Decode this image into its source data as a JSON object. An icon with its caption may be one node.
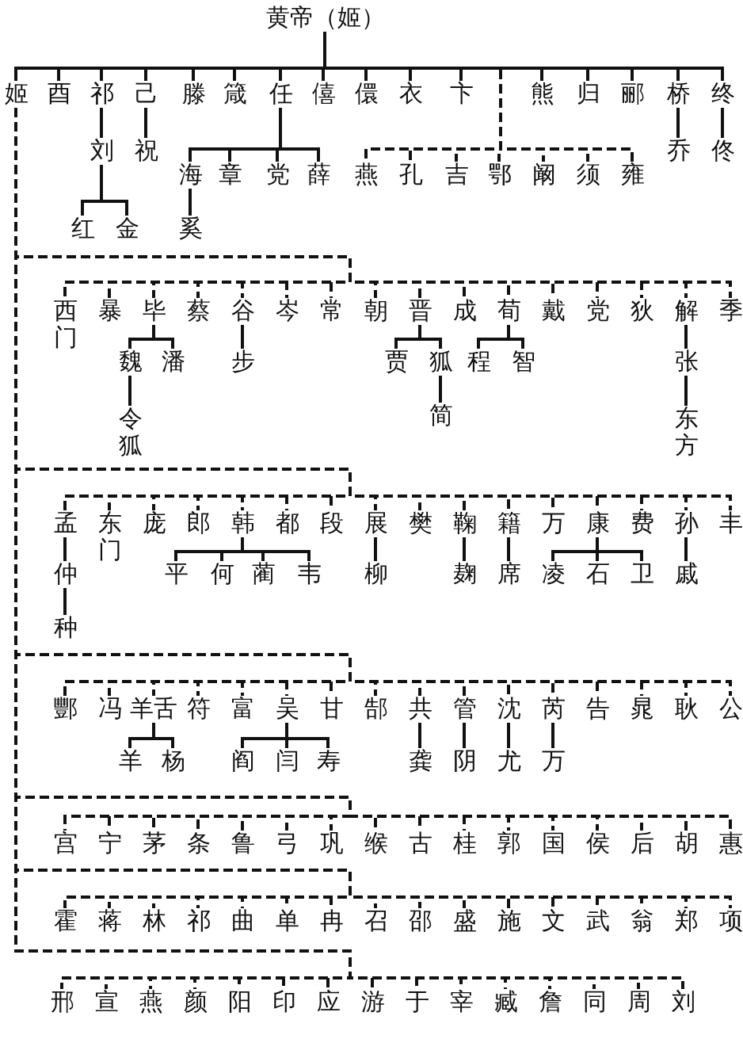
{
  "diagram": {
    "nodes": [
      {
        "text": [
          "黄帝（姬）"
        ]
      },
      {
        "text": [
          "姬"
        ]
      },
      {
        "text": [
          "酉"
        ]
      },
      {
        "text": [
          "祁"
        ]
      },
      {
        "text": [
          "己"
        ]
      },
      {
        "text": [
          "滕"
        ]
      },
      {
        "text": [
          "箴"
        ]
      },
      {
        "text": [
          "任"
        ]
      },
      {
        "text": [
          "僖"
        ]
      },
      {
        "text": [
          "儇"
        ]
      },
      {
        "text": [
          "衣"
        ]
      },
      {
        "text": [
          "卞"
        ]
      },
      {
        "text": [
          "熊"
        ]
      },
      {
        "text": [
          "归"
        ]
      },
      {
        "text": [
          "郦"
        ]
      },
      {
        "text": [
          "桥"
        ]
      },
      {
        "text": [
          "终"
        ]
      },
      {
        "text": [
          "刘"
        ]
      },
      {
        "text": [
          "祝"
        ]
      },
      {
        "text": [
          "海"
        ]
      },
      {
        "text": [
          "章"
        ]
      },
      {
        "text": [
          "党"
        ]
      },
      {
        "text": [
          "薛"
        ]
      },
      {
        "text": [
          "燕"
        ]
      },
      {
        "text": [
          "孔"
        ]
      },
      {
        "text": [
          "吉"
        ]
      },
      {
        "text": [
          "鄂"
        ]
      },
      {
        "text": [
          "阚"
        ]
      },
      {
        "text": [
          "须"
        ]
      },
      {
        "text": [
          "雍"
        ]
      },
      {
        "text": [
          "乔"
        ]
      },
      {
        "text": [
          "佟"
        ]
      },
      {
        "text": [
          "红"
        ]
      },
      {
        "text": [
          "金"
        ]
      },
      {
        "text": [
          "奚"
        ]
      },
      {
        "text": [
          "西门"
        ]
      },
      {
        "text": [
          "暴"
        ]
      },
      {
        "text": [
          "毕"
        ]
      },
      {
        "text": [
          "蔡"
        ]
      },
      {
        "text": [
          "谷"
        ]
      },
      {
        "text": [
          "岑"
        ]
      },
      {
        "text": [
          "常"
        ]
      },
      {
        "text": [
          "朝"
        ]
      },
      {
        "text": [
          "晋"
        ]
      },
      {
        "text": [
          "成"
        ]
      },
      {
        "text": [
          "荀"
        ]
      },
      {
        "text": [
          "戴"
        ]
      },
      {
        "text": [
          "党"
        ]
      },
      {
        "text": [
          "狄"
        ]
      },
      {
        "text": [
          "解"
        ]
      },
      {
        "text": [
          "季"
        ]
      },
      {
        "text": [
          "魏"
        ]
      },
      {
        "text": [
          "潘"
        ]
      },
      {
        "text": [
          "步"
        ]
      },
      {
        "text": [
          "贾"
        ]
      },
      {
        "text": [
          "狐"
        ]
      },
      {
        "text": [
          "程"
        ]
      },
      {
        "text": [
          "智"
        ]
      },
      {
        "text": [
          "张"
        ]
      },
      {
        "text": [
          "令狐"
        ]
      },
      {
        "text": [
          "简"
        ]
      },
      {
        "text": [
          "东方"
        ]
      },
      {
        "text": [
          "孟"
        ]
      },
      {
        "text": [
          "东门"
        ]
      },
      {
        "text": [
          "庞"
        ]
      },
      {
        "text": [
          "郎"
        ]
      },
      {
        "text": [
          "韩"
        ]
      },
      {
        "text": [
          "都"
        ]
      },
      {
        "text": [
          "段"
        ]
      },
      {
        "text": [
          "展"
        ]
      },
      {
        "text": [
          "樊"
        ]
      },
      {
        "text": [
          "鞠"
        ]
      },
      {
        "text": [
          "籍"
        ]
      },
      {
        "text": [
          "万"
        ]
      },
      {
        "text": [
          "康"
        ]
      },
      {
        "text": [
          "费"
        ]
      },
      {
        "text": [
          "孙"
        ]
      },
      {
        "text": [
          "丰"
        ]
      },
      {
        "text": [
          "仲"
        ]
      },
      {
        "text": [
          "平"
        ]
      },
      {
        "text": [
          "何"
        ]
      },
      {
        "text": [
          "蔺"
        ]
      },
      {
        "text": [
          "韦"
        ]
      },
      {
        "text": [
          "柳"
        ]
      },
      {
        "text": [
          "麹"
        ]
      },
      {
        "text": [
          "席"
        ]
      },
      {
        "text": [
          "凌"
        ]
      },
      {
        "text": [
          "石"
        ]
      },
      {
        "text": [
          "卫"
        ]
      },
      {
        "text": [
          "戚"
        ]
      },
      {
        "text": [
          "种"
        ]
      },
      {
        "text": [
          "酆"
        ]
      },
      {
        "text": [
          "冯"
        ]
      },
      {
        "text": [
          "羊舌"
        ]
      },
      {
        "text": [
          "符"
        ]
      },
      {
        "text": [
          "富"
        ]
      },
      {
        "text": [
          "吴"
        ]
      },
      {
        "text": [
          "甘"
        ]
      },
      {
        "text": [
          "郜"
        ]
      },
      {
        "text": [
          "共"
        ]
      },
      {
        "text": [
          "管"
        ]
      },
      {
        "text": [
          "沈"
        ]
      },
      {
        "text": [
          "芮"
        ]
      },
      {
        "text": [
          "告"
        ]
      },
      {
        "text": [
          "晁"
        ]
      },
      {
        "text": [
          "耿"
        ]
      },
      {
        "text": [
          "公"
        ]
      },
      {
        "text": [
          "羊"
        ]
      },
      {
        "text": [
          "杨"
        ]
      },
      {
        "text": [
          "阎"
        ]
      },
      {
        "text": [
          "闫"
        ]
      },
      {
        "text": [
          "寿"
        ]
      },
      {
        "text": [
          "龚"
        ]
      },
      {
        "text": [
          "阴"
        ]
      },
      {
        "text": [
          "尤"
        ]
      },
      {
        "text": [
          "万"
        ]
      },
      {
        "text": [
          "宫"
        ]
      },
      {
        "text": [
          "宁"
        ]
      },
      {
        "text": [
          "茅"
        ]
      },
      {
        "text": [
          "条"
        ]
      },
      {
        "text": [
          "鲁"
        ]
      },
      {
        "text": [
          "弓"
        ]
      },
      {
        "text": [
          "巩"
        ]
      },
      {
        "text": [
          "缑"
        ]
      },
      {
        "text": [
          "古"
        ]
      },
      {
        "text": [
          "桂"
        ]
      },
      {
        "text": [
          "郭"
        ]
      },
      {
        "text": [
          "国"
        ]
      },
      {
        "text": [
          "侯"
        ]
      },
      {
        "text": [
          "后"
        ]
      },
      {
        "text": [
          "胡"
        ]
      },
      {
        "text": [
          "惠"
        ]
      },
      {
        "text": [
          "霍"
        ]
      },
      {
        "text": [
          "蒋"
        ]
      },
      {
        "text": [
          "林"
        ]
      },
      {
        "text": [
          "祁"
        ]
      },
      {
        "text": [
          "曲"
        ]
      },
      {
        "text": [
          "单"
        ]
      },
      {
        "text": [
          "冉"
        ]
      },
      {
        "text": [
          "召"
        ]
      },
      {
        "text": [
          "邵"
        ]
      },
      {
        "text": [
          "盛"
        ]
      },
      {
        "text": [
          "施"
        ]
      },
      {
        "text": [
          "文"
        ]
      },
      {
        "text": [
          "武"
        ]
      },
      {
        "text": [
          "翁"
        ]
      },
      {
        "text": [
          "郑"
        ]
      },
      {
        "text": [
          "项"
        ]
      },
      {
        "text": [
          "邢"
        ]
      },
      {
        "text": [
          "宣"
        ]
      },
      {
        "text": [
          "燕"
        ]
      },
      {
        "text": [
          "颜"
        ]
      },
      {
        "text": [
          "阳"
        ]
      },
      {
        "text": [
          "印"
        ]
      },
      {
        "text": [
          "应"
        ]
      },
      {
        "text": [
          "游"
        ]
      },
      {
        "text": [
          "于"
        ]
      },
      {
        "text": [
          "宰"
        ]
      },
      {
        "text": [
          "臧"
        ]
      },
      {
        "text": [
          "詹"
        ]
      },
      {
        "text": [
          "同"
        ]
      },
      {
        "text": [
          "周"
        ]
      },
      {
        "text": [
          "刘"
        ]
      }
    ],
    "edges": [
      {
        "from": 0,
        "to": 1,
        "arrow": "none"
      },
      {
        "from": 0,
        "to": 2,
        "arrow": "none"
      },
      {
        "from": 0,
        "to": 3,
        "arrow": "none"
      },
      {
        "from": 0,
        "to": 4,
        "arrow": "none"
      },
      {
        "from": 0,
        "to": 5,
        "arrow": "none"
      },
      {
        "from": 0,
        "to": 6,
        "arrow": "none"
      },
      {
        "from": 0,
        "to": 7,
        "arrow": "none"
      },
      {
        "from": 0,
        "to": 8,
        "arrow": "none"
      },
      {
        "from": 0,
        "to": 9,
        "arrow": "none"
      },
      {
        "from": 0,
        "to": 10,
        "arrow": "none"
      },
      {
        "from": 0,
        "to": 11,
        "arrow": "none"
      },
      {
        "from": 0,
        "to": 12,
        "arrow": "none"
      },
      {
        "from": 0,
        "to": 13,
        "arrow": "none"
      },
      {
        "from": 0,
        "to": 14,
        "arrow": "none"
      },
      {
        "from": 0,
        "to": 15,
        "arrow": "none"
      },
      {
        "from": 0,
        "to": 16,
        "arrow": "none"
      },
      {
        "from": 0,
        "to": 23,
        "arrow": "none",
        "style": "dashed"
      },
      {
        "from": 0,
        "to": 24,
        "arrow": "none",
        "style": "dashed"
      },
      {
        "from": 0,
        "to": 25,
        "arrow": "none",
        "style": "dashed"
      },
      {
        "from": 0,
        "to": 26,
        "arrow": "none",
        "style": "dashed"
      },
      {
        "from": 0,
        "to": 27,
        "arrow": "none",
        "style": "dashed"
      },
      {
        "from": 0,
        "to": 28,
        "arrow": "none",
        "style": "dashed"
      },
      {
        "from": 0,
        "to": 29,
        "arrow": "none",
        "style": "dashed"
      },
      {
        "from": 3,
        "to": 17,
        "arrow": "none"
      },
      {
        "from": 4,
        "to": 18,
        "arrow": "none"
      },
      {
        "from": 7,
        "to": 19,
        "arrow": "none"
      },
      {
        "from": 7,
        "to": 20,
        "arrow": "none"
      },
      {
        "from": 7,
        "to": 21,
        "arrow": "none"
      },
      {
        "from": 7,
        "to": 22,
        "arrow": "none"
      },
      {
        "from": 15,
        "to": 30,
        "arrow": "none"
      },
      {
        "from": 16,
        "to": 31,
        "arrow": "none"
      },
      {
        "from": 17,
        "to": 32,
        "arrow": "none"
      },
      {
        "from": 17,
        "to": 33,
        "arrow": "none"
      },
      {
        "from": 19,
        "to": 34,
        "arrow": "none"
      },
      {
        "from": 1,
        "to": 35,
        "arrow": "none",
        "style": "dashed"
      },
      {
        "from": 1,
        "to": 36,
        "arrow": "none",
        "style": "dashed"
      },
      {
        "from": 1,
        "to": 37,
        "arrow": "none",
        "style": "dashed"
      },
      {
        "from": 1,
        "to": 38,
        "arrow": "none",
        "style": "dashed"
      },
      {
        "from": 1,
        "to": 39,
        "arrow": "none",
        "style": "dashed"
      },
      {
        "from": 1,
        "to": 40,
        "arrow": "none",
        "style": "dashed"
      },
      {
        "from": 1,
        "to": 41,
        "arrow": "none",
        "style": "dashed"
      },
      {
        "from": 1,
        "to": 42,
        "arrow": "none",
        "style": "dashed"
      },
      {
        "from": 1,
        "to": 43,
        "arrow": "none",
        "style": "dashed"
      },
      {
        "from": 1,
        "to": 44,
        "arrow": "none",
        "style": "dashed"
      },
      {
        "from": 1,
        "to": 45,
        "arrow": "none",
        "style": "dashed"
      },
      {
        "from": 1,
        "to": 46,
        "arrow": "none",
        "style": "dashed"
      },
      {
        "from": 1,
        "to": 47,
        "arrow": "none",
        "style": "dashed"
      },
      {
        "from": 1,
        "to": 48,
        "arrow": "none",
        "style": "dashed"
      },
      {
        "from": 1,
        "to": 49,
        "arrow": "none",
        "style": "dashed"
      },
      {
        "from": 1,
        "to": 50,
        "arrow": "none",
        "style": "dashed"
      },
      {
        "from": 37,
        "to": 51,
        "arrow": "none"
      },
      {
        "from": 37,
        "to": 52,
        "arrow": "none"
      },
      {
        "from": 39,
        "to": 53,
        "arrow": "none"
      },
      {
        "from": 43,
        "to": 54,
        "arrow": "none"
      },
      {
        "from": 43,
        "to": 55,
        "arrow": "none"
      },
      {
        "from": 45,
        "to": 56,
        "arrow": "none"
      },
      {
        "from": 45,
        "to": 57,
        "arrow": "none"
      },
      {
        "from": 49,
        "to": 58,
        "arrow": "none"
      },
      {
        "from": 51,
        "to": 59,
        "arrow": "none"
      },
      {
        "from": 55,
        "to": 60,
        "arrow": "none"
      },
      {
        "from": 58,
        "to": 61,
        "arrow": "none"
      },
      {
        "from": 1,
        "to": 62,
        "arrow": "none",
        "style": "dashed"
      },
      {
        "from": 1,
        "to": 63,
        "arrow": "none",
        "style": "dashed"
      },
      {
        "from": 1,
        "to": 64,
        "arrow": "none",
        "style": "dashed"
      },
      {
        "from": 1,
        "to": 65,
        "arrow": "none",
        "style": "dashed"
      },
      {
        "from": 1,
        "to": 66,
        "arrow": "none",
        "style": "dashed"
      },
      {
        "from": 1,
        "to": 67,
        "arrow": "none",
        "style": "dashed"
      },
      {
        "from": 1,
        "to": 68,
        "arrow": "none",
        "style": "dashed"
      },
      {
        "from": 1,
        "to": 69,
        "arrow": "none",
        "style": "dashed"
      },
      {
        "from": 1,
        "to": 70,
        "arrow": "none",
        "style": "dashed"
      },
      {
        "from": 1,
        "to": 71,
        "arrow": "none",
        "style": "dashed"
      },
      {
        "from": 1,
        "to": 72,
        "arrow": "none",
        "style": "dashed"
      },
      {
        "from": 1,
        "to": 73,
        "arrow": "none",
        "style": "dashed"
      },
      {
        "from": 1,
        "to": 74,
        "arrow": "none",
        "style": "dashed"
      },
      {
        "from": 1,
        "to": 75,
        "arrow": "none",
        "style": "dashed"
      },
      {
        "from": 1,
        "to": 76,
        "arrow": "none",
        "style": "dashed"
      },
      {
        "from": 1,
        "to": 77,
        "arrow": "none",
        "style": "dashed"
      },
      {
        "from": 62,
        "to": 78,
        "arrow": "none"
      },
      {
        "from": 66,
        "to": 79,
        "arrow": "none"
      },
      {
        "from": 66,
        "to": 80,
        "arrow": "none"
      },
      {
        "from": 66,
        "to": 81,
        "arrow": "none"
      },
      {
        "from": 66,
        "to": 82,
        "arrow": "none"
      },
      {
        "from": 69,
        "to": 83,
        "arrow": "none"
      },
      {
        "from": 71,
        "to": 84,
        "arrow": "none"
      },
      {
        "from": 72,
        "to": 85,
        "arrow": "none"
      },
      {
        "from": 74,
        "to": 86,
        "arrow": "none"
      },
      {
        "from": 74,
        "to": 87,
        "arrow": "none"
      },
      {
        "from": 74,
        "to": 88,
        "arrow": "none"
      },
      {
        "from": 76,
        "to": 89,
        "arrow": "none"
      },
      {
        "from": 78,
        "to": 90,
        "arrow": "none"
      },
      {
        "from": 1,
        "to": 91,
        "arrow": "none",
        "style": "dashed"
      },
      {
        "from": 1,
        "to": 92,
        "arrow": "none",
        "style": "dashed"
      },
      {
        "from": 1,
        "to": 93,
        "arrow": "none",
        "style": "dashed"
      },
      {
        "from": 1,
        "to": 94,
        "arrow": "none",
        "style": "dashed"
      },
      {
        "from": 1,
        "to": 95,
        "arrow": "none",
        "style": "dashed"
      },
      {
        "from": 1,
        "to": 96,
        "arrow": "none",
        "style": "dashed"
      },
      {
        "from": 1,
        "to": 97,
        "arrow": "none",
        "style": "dashed"
      },
      {
        "from": 1,
        "to": 98,
        "arrow": "none",
        "style": "dashed"
      },
      {
        "from": 1,
        "to": 99,
        "arrow": "none",
        "style": "dashed"
      },
      {
        "from": 1,
        "to": 100,
        "arrow": "none",
        "style": "dashed"
      },
      {
        "from": 1,
        "to": 101,
        "arrow": "none",
        "style": "dashed"
      },
      {
        "from": 1,
        "to": 102,
        "arrow": "none",
        "style": "dashed"
      },
      {
        "from": 1,
        "to": 103,
        "arrow": "none",
        "style": "dashed"
      },
      {
        "from": 1,
        "to": 104,
        "arrow": "none",
        "style": "dashed"
      },
      {
        "from": 1,
        "to": 105,
        "arrow": "none",
        "style": "dashed"
      },
      {
        "from": 1,
        "to": 106,
        "arrow": "none",
        "style": "dashed"
      },
      {
        "from": 93,
        "to": 107,
        "arrow": "none"
      },
      {
        "from": 93,
        "to": 108,
        "arrow": "none"
      },
      {
        "from": 96,
        "to": 109,
        "arrow": "none"
      },
      {
        "from": 96,
        "to": 110,
        "arrow": "none"
      },
      {
        "from": 96,
        "to": 111,
        "arrow": "none"
      },
      {
        "from": 99,
        "to": 112,
        "arrow": "none"
      },
      {
        "from": 100,
        "to": 113,
        "arrow": "none"
      },
      {
        "from": 101,
        "to": 114,
        "arrow": "none"
      },
      {
        "from": 102,
        "to": 115,
        "arrow": "none"
      },
      {
        "from": 1,
        "to": 116,
        "arrow": "none",
        "style": "dashed"
      },
      {
        "from": 1,
        "to": 117,
        "arrow": "none",
        "style": "dashed"
      },
      {
        "from": 1,
        "to": 118,
        "arrow": "none",
        "style": "dashed"
      },
      {
        "from": 1,
        "to": 119,
        "arrow": "none",
        "style": "dashed"
      },
      {
        "from": 1,
        "to": 120,
        "arrow": "none",
        "style": "dashed"
      },
      {
        "from": 1,
        "to": 121,
        "arrow": "none",
        "style": "dashed"
      },
      {
        "from": 1,
        "to": 122,
        "arrow": "none",
        "style": "dashed"
      },
      {
        "from": 1,
        "to": 123,
        "arrow": "none",
        "style": "dashed"
      },
      {
        "from": 1,
        "to": 124,
        "arrow": "none",
        "style": "dashed"
      },
      {
        "from": 1,
        "to": 125,
        "arrow": "none",
        "style": "dashed"
      },
      {
        "from": 1,
        "to": 126,
        "arrow": "none",
        "style": "dashed"
      },
      {
        "from": 1,
        "to": 127,
        "arrow": "none",
        "style": "dashed"
      },
      {
        "from": 1,
        "to": 128,
        "arrow": "none",
        "style": "dashed"
      },
      {
        "from": 1,
        "to": 129,
        "arrow": "none",
        "style": "dashed"
      },
      {
        "from": 1,
        "to": 130,
        "arrow": "none",
        "style": "dashed"
      },
      {
        "from": 1,
        "to": 131,
        "arrow": "none",
        "style": "dashed"
      },
      {
        "from": 1,
        "to": 132,
        "arrow": "none",
        "style": "dashed"
      },
      {
        "from": 1,
        "to": 133,
        "arrow": "none",
        "style": "dashed"
      },
      {
        "from": 1,
        "to": 134,
        "arrow": "none",
        "style": "dashed"
      },
      {
        "from": 1,
        "to": 135,
        "arrow": "none",
        "style": "dashed"
      },
      {
        "from": 1,
        "to": 136,
        "arrow": "none",
        "style": "dashed"
      },
      {
        "from": 1,
        "to": 137,
        "arrow": "none",
        "style": "dashed"
      },
      {
        "from": 1,
        "to": 138,
        "arrow": "none",
        "style": "dashed"
      },
      {
        "from": 1,
        "to": 139,
        "arrow": "none",
        "style": "dashed"
      },
      {
        "from": 1,
        "to": 140,
        "arrow": "none",
        "style": "dashed"
      },
      {
        "from": 1,
        "to": 141,
        "arrow": "none",
        "style": "dashed"
      },
      {
        "from": 1,
        "to": 142,
        "arrow": "none",
        "style": "dashed"
      },
      {
        "from": 1,
        "to": 143,
        "arrow": "none",
        "style": "dashed"
      },
      {
        "from": 1,
        "to": 144,
        "arrow": "none",
        "style": "dashed"
      },
      {
        "from": 1,
        "to": 145,
        "arrow": "none",
        "style": "dashed"
      },
      {
        "from": 1,
        "to": 146,
        "arrow": "none",
        "style": "dashed"
      },
      {
        "from": 1,
        "to": 147,
        "arrow": "none",
        "style": "dashed"
      },
      {
        "from": 1,
        "to": 148,
        "arrow": "none",
        "style": "dashed"
      },
      {
        "from": 1,
        "to": 149,
        "arrow": "none",
        "style": "dashed"
      },
      {
        "from": 1,
        "to": 150,
        "arrow": "none",
        "style": "dashed"
      },
      {
        "from": 1,
        "to": 151,
        "arrow": "none",
        "style": "dashed"
      },
      {
        "from": 1,
        "to": 152,
        "arrow": "none",
        "style": "dashed"
      },
      {
        "from": 1,
        "to": 153,
        "arrow": "none",
        "style": "dashed"
      },
      {
        "from": 1,
        "to": 154,
        "arrow": "none",
        "style": "dashed"
      },
      {
        "from": 1,
        "to": 155,
        "arrow": "none",
        "style": "dashed"
      },
      {
        "from": 1,
        "to": 156,
        "arrow": "none",
        "style": "dashed"
      },
      {
        "from": 1,
        "to": 157,
        "arrow": "none",
        "style": "dashed"
      },
      {
        "from": 1,
        "to": 158,
        "arrow": "none",
        "style": "dashed"
      },
      {
        "from": 1,
        "to": 159,
        "arrow": "none",
        "style": "dashed"
      },
      {
        "from": 1,
        "to": 160,
        "arrow": "none",
        "style": "dashed"
      },
      {
        "from": 1,
        "to": 161,
        "arrow": "none",
        "style": "dashed"
      },
      {
        "from": 1,
        "to": 162,
        "arrow": "none",
        "style": "dashed"
      }
    ]
  }
}
